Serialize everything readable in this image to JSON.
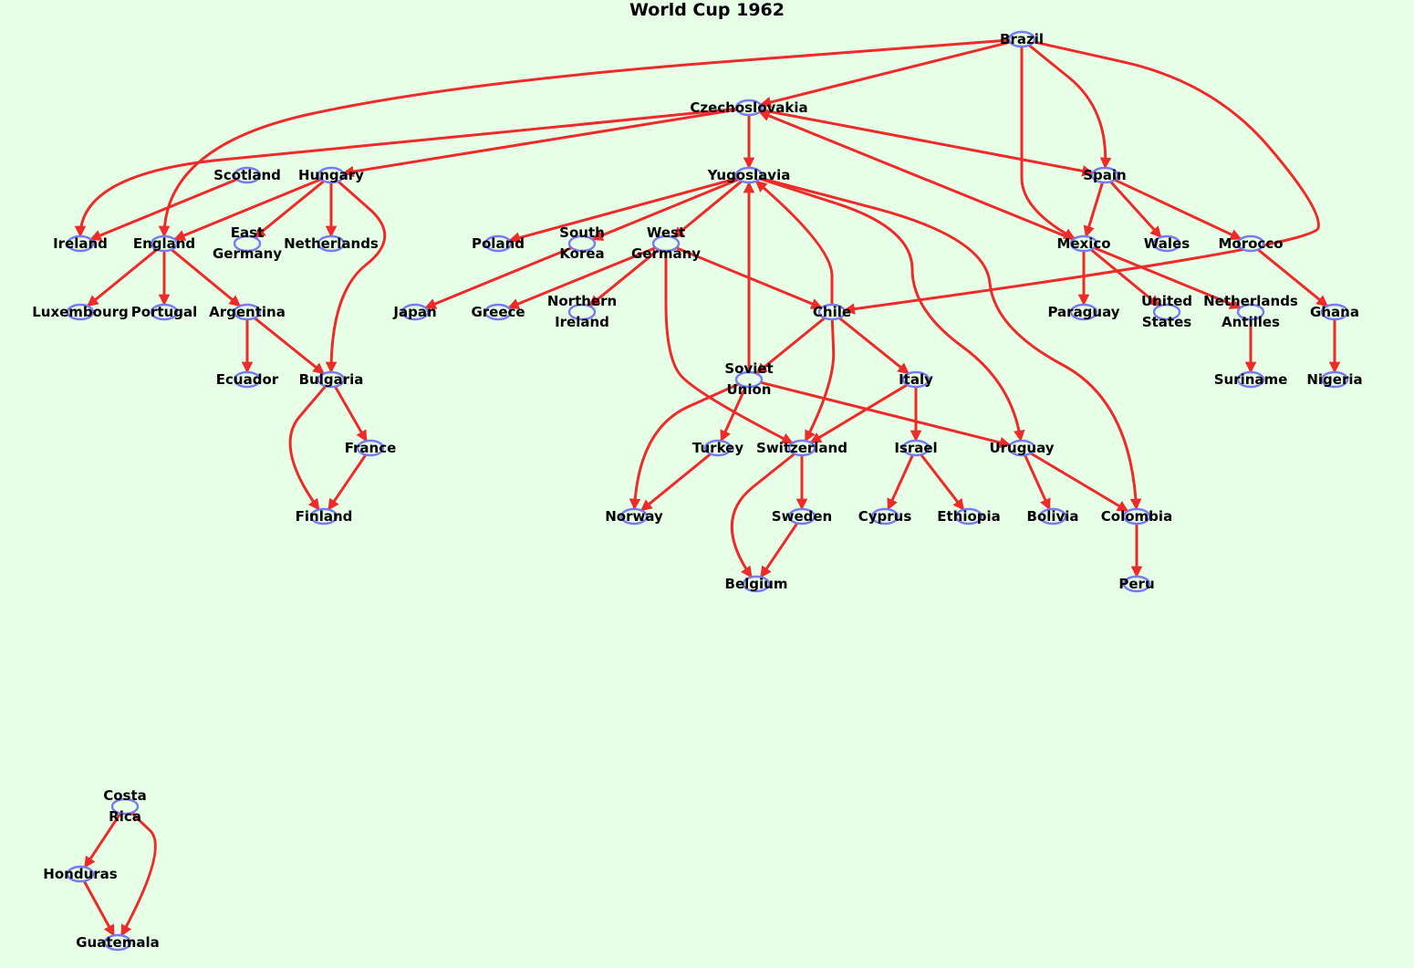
{
  "title": "World Cup 1962",
  "colors": {
    "background": "#e6ffe6",
    "edge": "#ee2a2a",
    "node": "#7a7af0"
  },
  "nodes": [
    {
      "id": "brazil",
      "label": [
        "Brazil"
      ]
    },
    {
      "id": "czechoslovakia",
      "label": [
        "Czechoslovakia"
      ]
    },
    {
      "id": "scotland",
      "label": [
        "Scotland"
      ]
    },
    {
      "id": "hungary",
      "label": [
        "Hungary"
      ]
    },
    {
      "id": "yugoslavia",
      "label": [
        "Yugoslavia"
      ]
    },
    {
      "id": "spain",
      "label": [
        "Spain"
      ]
    },
    {
      "id": "ireland",
      "label": [
        "Ireland"
      ]
    },
    {
      "id": "england",
      "label": [
        "England"
      ]
    },
    {
      "id": "east_germany",
      "label": [
        "East",
        "Germany"
      ]
    },
    {
      "id": "netherlands",
      "label": [
        "Netherlands"
      ]
    },
    {
      "id": "poland",
      "label": [
        "Poland"
      ]
    },
    {
      "id": "south_korea",
      "label": [
        "South",
        "Korea"
      ]
    },
    {
      "id": "west_germany",
      "label": [
        "West",
        "Germany"
      ]
    },
    {
      "id": "mexico",
      "label": [
        "Mexico"
      ]
    },
    {
      "id": "wales",
      "label": [
        "Wales"
      ]
    },
    {
      "id": "morocco",
      "label": [
        "Morocco"
      ]
    },
    {
      "id": "luxembourg",
      "label": [
        "Luxembourg"
      ]
    },
    {
      "id": "portugal",
      "label": [
        "Portugal"
      ]
    },
    {
      "id": "argentina",
      "label": [
        "Argentina"
      ]
    },
    {
      "id": "japan",
      "label": [
        "Japan"
      ]
    },
    {
      "id": "greece",
      "label": [
        "Greece"
      ]
    },
    {
      "id": "northern_ireland",
      "label": [
        "Northern",
        "Ireland"
      ]
    },
    {
      "id": "chile",
      "label": [
        "Chile"
      ]
    },
    {
      "id": "paraguay",
      "label": [
        "Paraguay"
      ]
    },
    {
      "id": "united_states",
      "label": [
        "United",
        "States"
      ]
    },
    {
      "id": "netherlands_antilles",
      "label": [
        "Netherlands",
        "Antilles"
      ]
    },
    {
      "id": "ghana",
      "label": [
        "Ghana"
      ]
    },
    {
      "id": "ecuador",
      "label": [
        "Ecuador"
      ]
    },
    {
      "id": "bulgaria",
      "label": [
        "Bulgaria"
      ]
    },
    {
      "id": "soviet_union",
      "label": [
        "Soviet",
        "Union"
      ]
    },
    {
      "id": "italy",
      "label": [
        "Italy"
      ]
    },
    {
      "id": "suriname",
      "label": [
        "Suriname"
      ]
    },
    {
      "id": "nigeria",
      "label": [
        "Nigeria"
      ]
    },
    {
      "id": "france",
      "label": [
        "France"
      ]
    },
    {
      "id": "turkey",
      "label": [
        "Turkey"
      ]
    },
    {
      "id": "switzerland",
      "label": [
        "Switzerland"
      ]
    },
    {
      "id": "israel",
      "label": [
        "Israel"
      ]
    },
    {
      "id": "uruguay",
      "label": [
        "Uruguay"
      ]
    },
    {
      "id": "finland",
      "label": [
        "Finland"
      ]
    },
    {
      "id": "norway",
      "label": [
        "Norway"
      ]
    },
    {
      "id": "sweden",
      "label": [
        "Sweden"
      ]
    },
    {
      "id": "cyprus",
      "label": [
        "Cyprus"
      ]
    },
    {
      "id": "ethiopia",
      "label": [
        "Ethiopia"
      ]
    },
    {
      "id": "bolivia",
      "label": [
        "Bolivia"
      ]
    },
    {
      "id": "colombia",
      "label": [
        "Colombia"
      ]
    },
    {
      "id": "belgium",
      "label": [
        "Belgium"
      ]
    },
    {
      "id": "peru",
      "label": [
        "Peru"
      ]
    },
    {
      "id": "costa_rica",
      "label": [
        "Costa",
        "Rica"
      ]
    },
    {
      "id": "honduras",
      "label": [
        "Honduras"
      ]
    },
    {
      "id": "guatemala",
      "label": [
        "Guatemala"
      ]
    }
  ],
  "edges": [
    [
      "brazil",
      "czechoslovakia"
    ],
    [
      "brazil",
      "spain"
    ],
    [
      "brazil",
      "mexico"
    ],
    [
      "brazil",
      "chile"
    ],
    [
      "brazil",
      "england"
    ],
    [
      "czechoslovakia",
      "yugoslavia"
    ],
    [
      "czechoslovakia",
      "spain"
    ],
    [
      "czechoslovakia",
      "hungary"
    ],
    [
      "czechoslovakia",
      "ireland"
    ],
    [
      "mexico",
      "czechoslovakia"
    ],
    [
      "scotland",
      "ireland"
    ],
    [
      "hungary",
      "england"
    ],
    [
      "hungary",
      "east_germany"
    ],
    [
      "hungary",
      "netherlands"
    ],
    [
      "hungary",
      "bulgaria"
    ],
    [
      "yugoslavia",
      "poland"
    ],
    [
      "yugoslavia",
      "south_korea"
    ],
    [
      "yugoslavia",
      "west_germany"
    ],
    [
      "yugoslavia",
      "uruguay"
    ],
    [
      "yugoslavia",
      "colombia"
    ],
    [
      "chile",
      "yugoslavia"
    ],
    [
      "soviet_union",
      "yugoslavia"
    ],
    [
      "spain",
      "mexico"
    ],
    [
      "spain",
      "wales"
    ],
    [
      "spain",
      "morocco"
    ],
    [
      "england",
      "luxembourg"
    ],
    [
      "england",
      "portugal"
    ],
    [
      "england",
      "argentina"
    ],
    [
      "south_korea",
      "japan"
    ],
    [
      "west_germany",
      "greece"
    ],
    [
      "west_germany",
      "northern_ireland"
    ],
    [
      "west_germany",
      "chile"
    ],
    [
      "west_germany",
      "switzerland"
    ],
    [
      "mexico",
      "paraguay"
    ],
    [
      "mexico",
      "united_states"
    ],
    [
      "mexico",
      "netherlands_antilles"
    ],
    [
      "morocco",
      "ghana"
    ],
    [
      "argentina",
      "ecuador"
    ],
    [
      "argentina",
      "bulgaria"
    ],
    [
      "chile",
      "soviet_union"
    ],
    [
      "chile",
      "italy"
    ],
    [
      "chile",
      "switzerland"
    ],
    [
      "netherlands_antilles",
      "suriname"
    ],
    [
      "ghana",
      "nigeria"
    ],
    [
      "bulgaria",
      "france"
    ],
    [
      "bulgaria",
      "finland"
    ],
    [
      "soviet_union",
      "turkey"
    ],
    [
      "soviet_union",
      "norway"
    ],
    [
      "soviet_union",
      "uruguay"
    ],
    [
      "italy",
      "switzerland"
    ],
    [
      "italy",
      "israel"
    ],
    [
      "france",
      "finland"
    ],
    [
      "turkey",
      "norway"
    ],
    [
      "switzerland",
      "sweden"
    ],
    [
      "switzerland",
      "belgium"
    ],
    [
      "sweden",
      "belgium"
    ],
    [
      "israel",
      "cyprus"
    ],
    [
      "israel",
      "ethiopia"
    ],
    [
      "uruguay",
      "bolivia"
    ],
    [
      "uruguay",
      "colombia"
    ],
    [
      "colombia",
      "peru"
    ],
    [
      "costa_rica",
      "honduras"
    ],
    [
      "costa_rica",
      "guatemala"
    ],
    [
      "honduras",
      "guatemala"
    ]
  ]
}
